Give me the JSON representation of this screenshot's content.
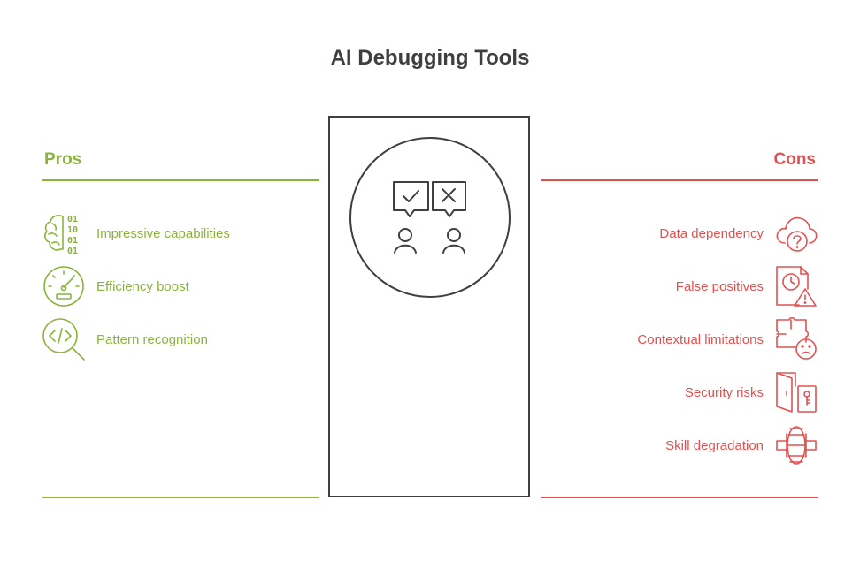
{
  "title": "AI Debugging Tools",
  "pros": {
    "heading": "Pros",
    "color": "#8cb43c",
    "items": [
      {
        "label": "Impressive capabilities",
        "icon": "binary-brain-icon"
      },
      {
        "label": "Efficiency boost",
        "icon": "speedometer-icon"
      },
      {
        "label": "Pattern recognition",
        "icon": "code-search-icon"
      }
    ]
  },
  "cons": {
    "heading": "Cons",
    "color": "#e05252",
    "items": [
      {
        "label": "Data dependency",
        "icon": "cloud-question-icon"
      },
      {
        "label": "False positives",
        "icon": "document-clock-warning-icon"
      },
      {
        "label": "Contextual limitations",
        "icon": "puzzle-face-icon"
      },
      {
        "label": "Security risks",
        "icon": "door-lock-icon"
      },
      {
        "label": "Skill degradation",
        "icon": "gear-axle-icon"
      }
    ]
  },
  "center": {
    "icon": "people-approve-reject-icon",
    "stroke_color": "#3f3f3f"
  },
  "binary_digits": [
    "01",
    "10",
    "01",
    "01"
  ]
}
